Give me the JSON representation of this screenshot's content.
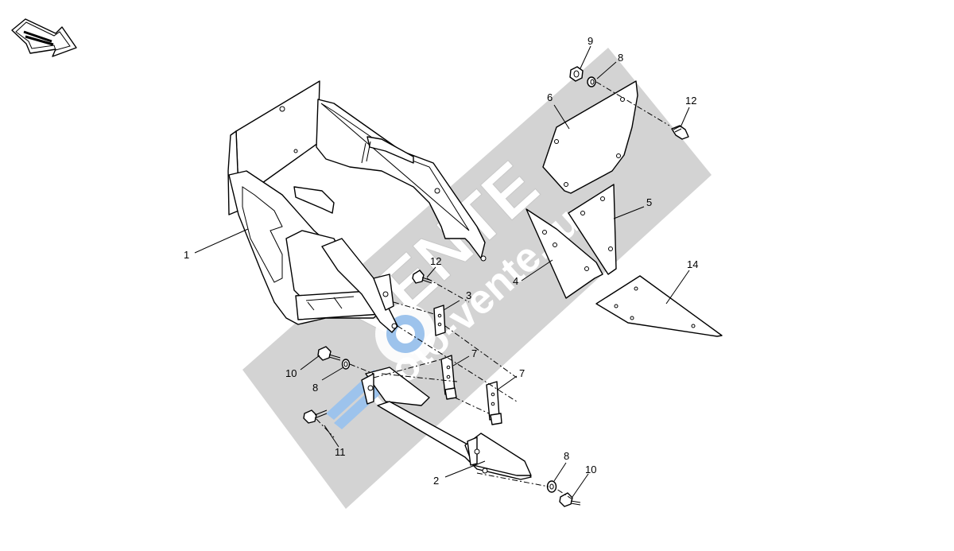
{
  "callouts": [
    {
      "id": "c1",
      "text": "1"
    },
    {
      "id": "c2",
      "text": "2"
    },
    {
      "id": "c3",
      "text": "3"
    },
    {
      "id": "c4",
      "text": "4"
    },
    {
      "id": "c5",
      "text": "5"
    },
    {
      "id": "c6",
      "text": "6"
    },
    {
      "id": "c7a",
      "text": "7"
    },
    {
      "id": "c7b",
      "text": "7"
    },
    {
      "id": "c8a",
      "text": "8"
    },
    {
      "id": "c8b",
      "text": "8"
    },
    {
      "id": "c8c",
      "text": "8"
    },
    {
      "id": "c9",
      "text": "9"
    },
    {
      "id": "c10a",
      "text": "10"
    },
    {
      "id": "c10b",
      "text": "10"
    },
    {
      "id": "c11",
      "text": "11"
    },
    {
      "id": "c12a",
      "text": "12"
    },
    {
      "id": "c12b",
      "text": "12"
    },
    {
      "id": "c14",
      "text": "14"
    }
  ],
  "watermark": {
    "brand": "VENTE",
    "domain": "moto-vente.ru",
    "color": "#d3d3d3"
  },
  "colors": {
    "line": "#000000",
    "background": "#ffffff",
    "watermark": "#d3d3d3"
  },
  "icons": {
    "orientation": "front-direction-arrow-icon"
  }
}
